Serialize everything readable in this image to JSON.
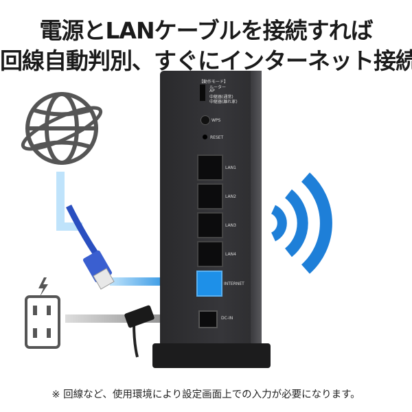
{
  "headline": {
    "line1": "電源とLANケーブルを接続すれば",
    "line2": "回線自動判別、すぐにインターネット接続"
  },
  "router": {
    "mode_title": "【動作モード】",
    "modes": [
      "ルーター",
      "AP",
      "中継器(通常)",
      "中継器(離れ家)"
    ],
    "wps": "WPS",
    "reset": "RESET",
    "ports": [
      "LAN1",
      "LAN2",
      "LAN3",
      "LAN4"
    ],
    "internet": "INTERNET",
    "dcin": "DC-IN"
  },
  "colors": {
    "accent": "#1e7fd8",
    "cable": "#2a4fc0",
    "body": "#2e2e31"
  },
  "icons": [
    "globe-icon",
    "lan-cable-icon",
    "power-outlet-icon",
    "power-plug-icon",
    "wifi-icon",
    "arrow-icon"
  ],
  "footnote": "※ 回線など、使用環境により設定画面上での入力が必要になります。"
}
